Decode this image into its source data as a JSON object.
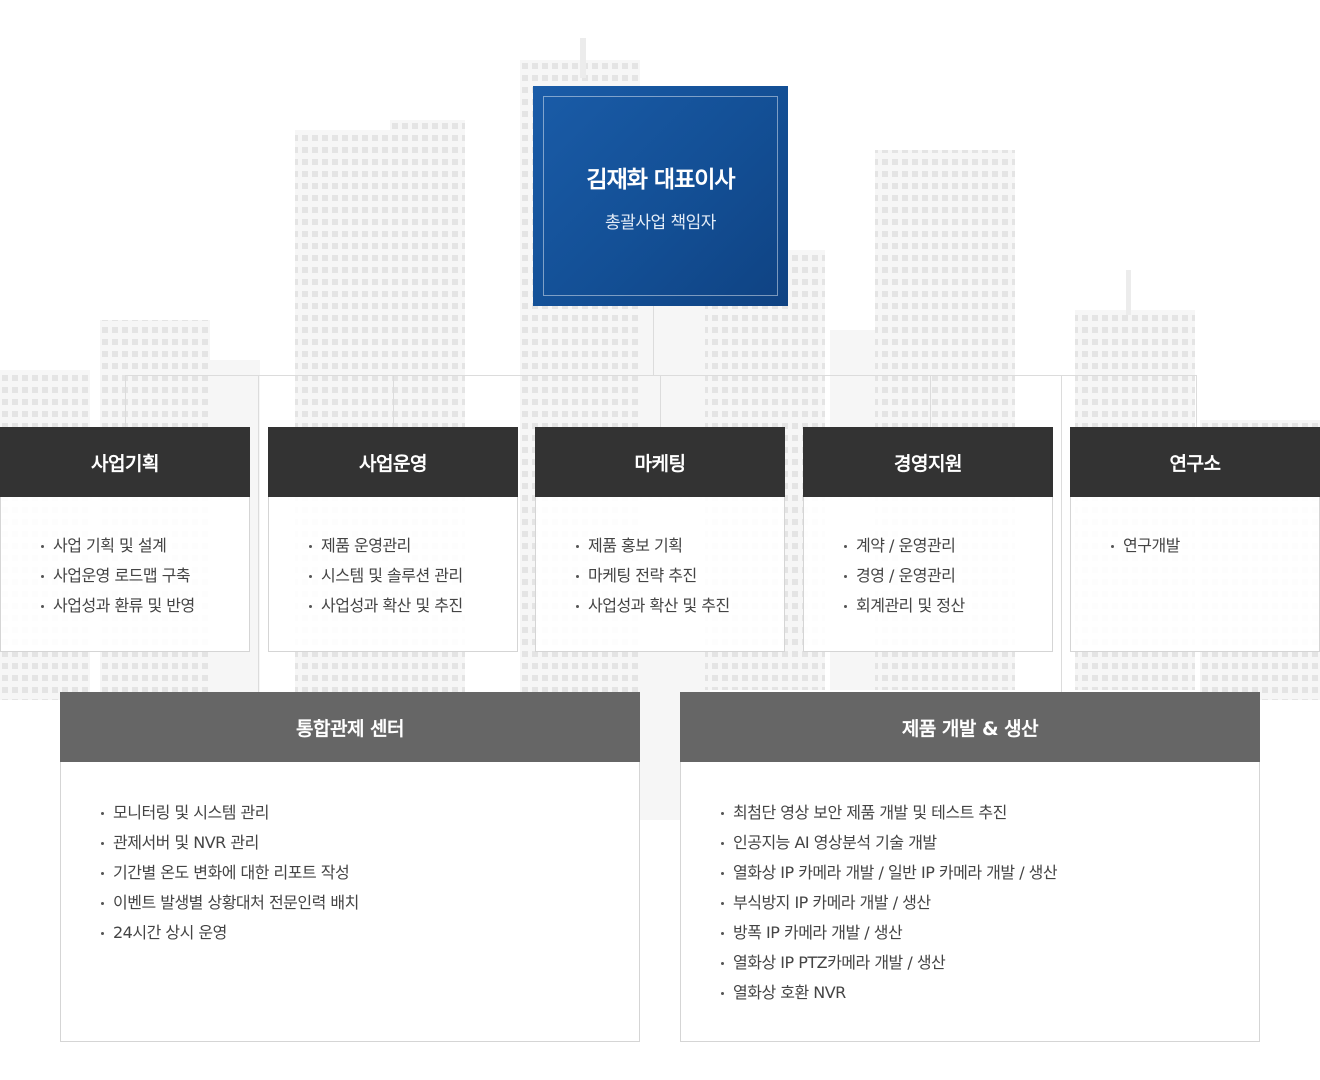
{
  "colors": {
    "ceo_blue": "#1a5ca8",
    "dept_header": "#333333",
    "unit_header": "#666666",
    "connector": "#dcdcdc"
  },
  "ceo": {
    "name": "김재화 대표이사",
    "role": "총괄사업 책임자"
  },
  "departments": [
    {
      "title": "사업기획",
      "items": [
        "사업 기획 및 설계",
        "사업운영 로드맵 구축",
        "사업성과 환류 및 반영"
      ]
    },
    {
      "title": "사업운영",
      "items": [
        "제품 운영관리",
        "시스템 및 솔루션 관리",
        "사업성과 확산 및 추진"
      ]
    },
    {
      "title": "마케팅",
      "items": [
        "제품 홍보 기획",
        "마케팅 전략 추진",
        "사업성과 확산 및 추진"
      ]
    },
    {
      "title": "경영지원",
      "items": [
        "계약 / 운영관리",
        "경영 / 운영관리",
        "회계관리 및 정산"
      ]
    },
    {
      "title": "연구소",
      "items": [
        "연구개발"
      ]
    }
  ],
  "units": [
    {
      "title": "통합관제 센터",
      "items": [
        "모니터링 및 시스템 관리",
        "관제서버 및 NVR 관리",
        "기간별 온도 변화에 대한 리포트 작성",
        "이벤트 발생별 상황대처 전문인력 배치",
        "24시간 상시 운영"
      ]
    },
    {
      "title": "제품 개발 & 생산",
      "items": [
        "최첨단 영상 보안 제품 개발 및 테스트 추진",
        "인공지능 AI 영상분석 기술 개발",
        "열화상 IP 카메라 개발 / 일반 IP 카메라 개발 / 생산",
        "부식방지 IP 카메라 개발 / 생산",
        "방폭 IP 카메라 개발 / 생산",
        "열화상 IP PTZ카메라 개발 / 생산",
        "열화상 호환 NVR"
      ]
    }
  ]
}
